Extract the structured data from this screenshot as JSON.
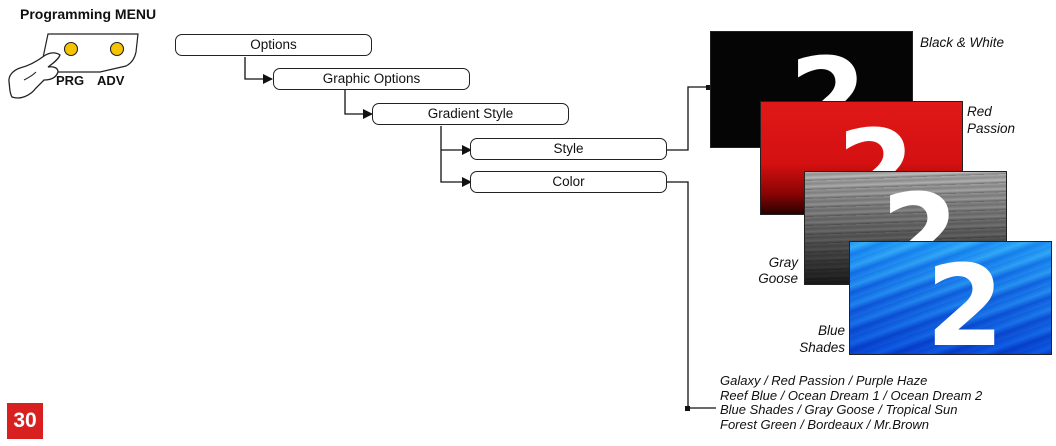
{
  "header": {
    "title": "Programming MENU"
  },
  "remote": {
    "prg_label": "PRG",
    "adv_label": "ADV"
  },
  "menu": {
    "options": "Options",
    "graphic_options": "Graphic Options",
    "gradient_style": "Gradient Style",
    "style": "Style",
    "color": "Color"
  },
  "styles": [
    {
      "label_line1": "Black & White",
      "label_line2": "",
      "digit": "2"
    },
    {
      "label_line1": "Red",
      "label_line2": "Passion",
      "digit": "2"
    },
    {
      "label_line1": "Gray",
      "label_line2": "Goose",
      "digit": "2"
    },
    {
      "label_line1": "Blue",
      "label_line2": "Shades",
      "digit": "2"
    }
  ],
  "color_options": [
    "Galaxy / Red Passion / Purple Haze",
    "Reef Blue / Ocean Dream 1 / Ocean Dream 2",
    "Blue Shades / Gray Goose / Tropical Sun",
    "Forest Green / Bordeaux / Mr.Brown"
  ],
  "page_number": "30",
  "colors": {
    "button_yellow": "#f5c400",
    "page_badge": "#d82020"
  }
}
